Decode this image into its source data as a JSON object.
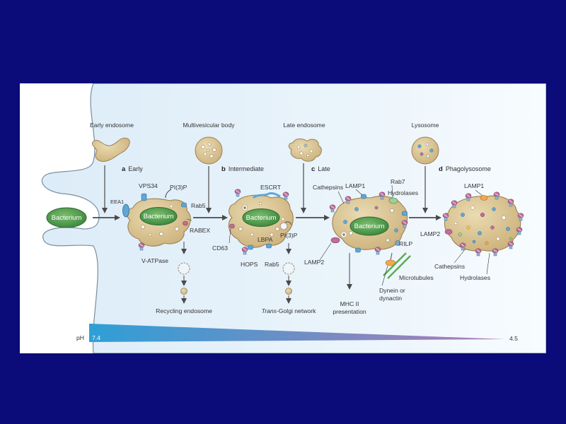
{
  "top_labels": {
    "early_endosome": "Early endosome",
    "multivesicular_body": "Multivesicular body",
    "late_endosome": "Late endosome",
    "lysosome": "Lysosome"
  },
  "stages": {
    "a": {
      "letter": "a",
      "name": "Early"
    },
    "b": {
      "letter": "b",
      "name": "Intermediate"
    },
    "c": {
      "letter": "c",
      "name": "Late"
    },
    "d": {
      "letter": "d",
      "name": "Phagolysosome"
    }
  },
  "bacterium": "Bacterium",
  "labels": {
    "eea1": "EEA1",
    "vps34": "VPS34",
    "pi3p": "PI(3)P",
    "rab5": "Rab5",
    "rabex": "RABEX",
    "v_atpase": "V-ATPase",
    "recycling_endosome": "Recycling endosome",
    "escrt": "ESCRT",
    "cd63": "CD63",
    "lbpa": "LBPA",
    "hops": "HOPS",
    "trans_golgi_italic": "Trans",
    "trans_golgi_rest": "-Golgi network",
    "cathepsins": "Cathepsins",
    "lamp1": "LAMP1",
    "rab7": "Rab7",
    "hydrolases": "Hydrolases",
    "rilp": "RILP",
    "lamp2": "LAMP2",
    "microtubules": "Microtubules",
    "dynein_line1": "Dynein or",
    "dynein_line2": "dynactin",
    "mhc_line1": "MHC II",
    "mhc_line2": "presentation"
  },
  "ph_scale": {
    "label": "pH",
    "start": "7.4",
    "end": "4.5",
    "start_value": 7.4,
    "end_value": 4.5,
    "start_color": "#2e9fd6",
    "end_color": "#b07bb5"
  },
  "colors": {
    "background": "#0b0b7a",
    "cytoplasm": "#e4f1f9",
    "vesicle_fill": "#d6c08f",
    "vesicle_stroke": "#9b8258",
    "bacterium_fill": "#4f9a4d",
    "protein_pink": "#c16d9c",
    "protein_blue": "#5fa6d6"
  }
}
